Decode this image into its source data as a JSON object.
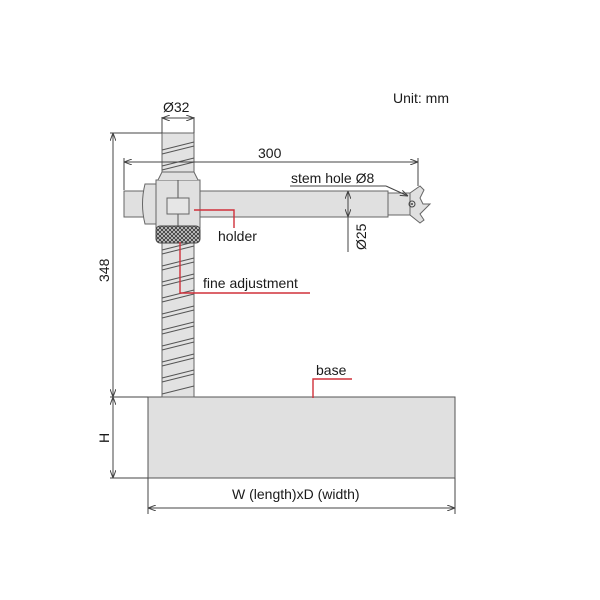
{
  "unit_label": "Unit: mm",
  "dimensions": {
    "column_diameter": "Ø32",
    "arm_length": "300",
    "column_height": "348",
    "arm_diameter": "Ø25",
    "base_height": "H",
    "base_size": "W (length)xD (width)"
  },
  "callouts": {
    "stem_hole": "stem hole Ø8",
    "holder": "holder",
    "fine_adjustment": "fine  adjustment",
    "base": "base"
  },
  "colors": {
    "part_fill": "#e0e0e0",
    "outline": "#555555",
    "leader_red": "#d0303a",
    "text": "#1a1a1a"
  }
}
